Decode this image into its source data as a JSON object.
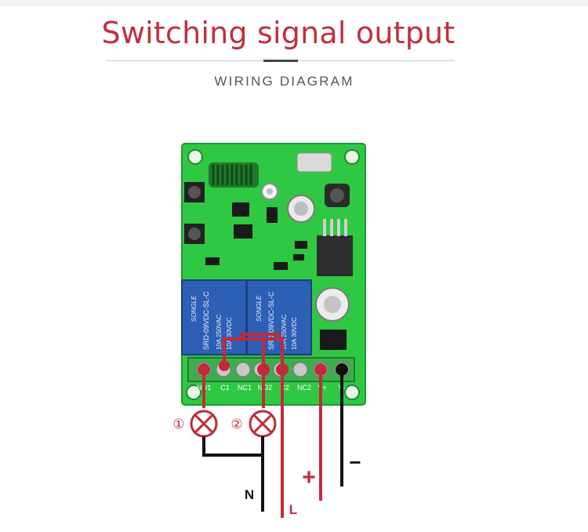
{
  "header": {
    "title": "Switching signal output",
    "subtitle": "WIRING DIAGRAM"
  },
  "diagram": {
    "relay_label_brand": "SONGLE",
    "relay_label_model": "SRD-09VDC-SL-C",
    "relay_label_rating1": "10A 250VAC",
    "relay_label_rating2": "10A 30VDC",
    "terminal_labels": [
      "NO1",
      "C1",
      "NC1",
      "NO2",
      "C2",
      "NC2",
      "V+",
      "V-"
    ],
    "lamp1_label": "①",
    "lamp2_label": "②",
    "wire_n_label": "N",
    "wire_l_label": "L",
    "plus_label": "+",
    "minus_label": "−"
  },
  "colors": {
    "title": "#c0303d",
    "board": "#2fc843",
    "relay": "#2d5fb4",
    "wire_red": "#c22a3a",
    "wire_black": "#111111"
  }
}
